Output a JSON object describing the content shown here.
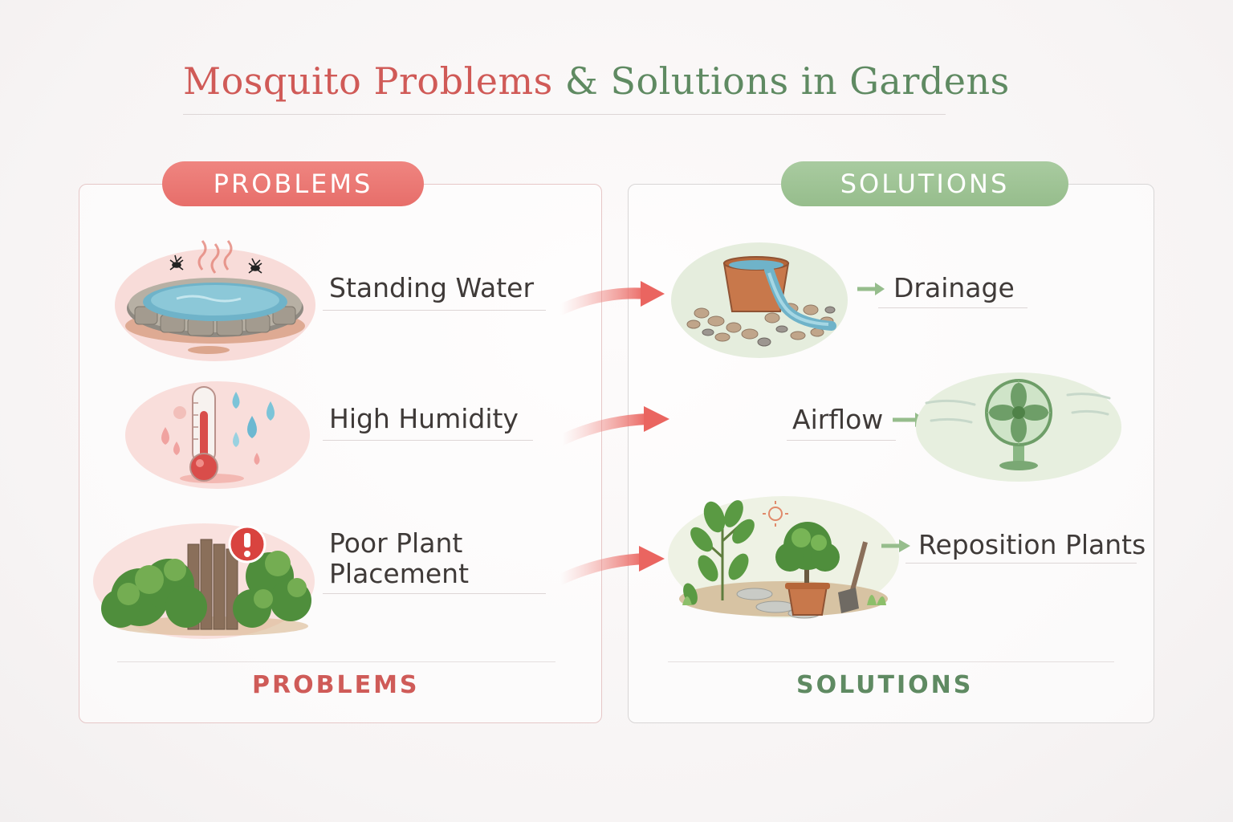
{
  "title": {
    "part1": "Mosquito Problems",
    "amp": "&",
    "part2": "Solutions in Gardens"
  },
  "problems_badge": "PROBLEMS",
  "solutions_badge": "SOLUTIONS",
  "problems": [
    {
      "label": "Standing Water",
      "icon": "water-pool-icon"
    },
    {
      "label": "High Humidity",
      "icon": "thermometer-droplets-icon"
    },
    {
      "label_line1": "Poor Plant",
      "label_line2": "Placement",
      "icon": "overgrown-plants-warning-icon"
    }
  ],
  "solutions": [
    {
      "label": "Drainage",
      "icon": "drainage-pot-icon"
    },
    {
      "label": "Airflow",
      "icon": "fan-icon"
    },
    {
      "label": "Reposition Plants",
      "icon": "potted-plant-icon"
    }
  ],
  "footer": {
    "problems": "PROBLEMS",
    "solutions": "SOLUTIONS"
  },
  "colors": {
    "problem_accent": "#e76e6a",
    "solution_accent": "#96bd8c"
  }
}
